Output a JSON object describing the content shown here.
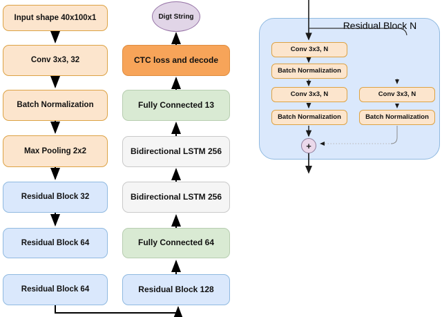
{
  "diagram": {
    "left_column": {
      "nodes": [
        {
          "label": "Input shape 40x100x1",
          "style": "orange-light"
        },
        {
          "label": "Conv 3x3, 32",
          "style": "orange-light"
        },
        {
          "label": "Batch Normalization",
          "style": "orange-light"
        },
        {
          "label": "Max Pooling 2x2",
          "style": "orange-light"
        },
        {
          "label": "Residual Block 32",
          "style": "blue"
        },
        {
          "label": "Residual Block 64",
          "style": "blue"
        },
        {
          "label": "Residual Block 64",
          "style": "blue"
        }
      ]
    },
    "middle_column": {
      "terminal_label": "Digt String",
      "nodes": [
        {
          "label": "CTC loss and decode",
          "style": "orange"
        },
        {
          "label": "Fully Connected 13",
          "style": "green"
        },
        {
          "label": "Bidirectional LSTM 256",
          "style": "gray"
        },
        {
          "label": "Bidirectional LSTM 256",
          "style": "gray"
        },
        {
          "label": "Fully Connected 64",
          "style": "green"
        },
        {
          "label": "Residual Block 128",
          "style": "blue"
        }
      ]
    },
    "residual_detail": {
      "title": "Residual Block N",
      "main_path": [
        {
          "label": "Conv 3x3, N"
        },
        {
          "label": "Batch Normalization"
        },
        {
          "label": "Conv 3x3, N"
        },
        {
          "label": "Batch Normalization"
        }
      ],
      "skip_path": [
        {
          "label": "Conv 3x3, N"
        },
        {
          "label": "Batch Normalization"
        }
      ],
      "merge_symbol": "+"
    },
    "colors": {
      "orange_light_fill": "#FCE5CD",
      "orange_light_border": "#DCA244",
      "orange_fill": "#F7A459",
      "orange_border": "#DE8D3F",
      "blue_fill": "#DAE8FC",
      "blue_border": "#8FB9E0",
      "green_fill": "#D9EAD3",
      "green_border": "#B7CDB0",
      "gray_fill": "#F5F5F5",
      "gray_border": "#C9C9C9",
      "purple_fill": "#E1D5E7",
      "purple_border": "#9673A6",
      "container_fill": "#DAE8FC",
      "container_border": "#8FB9E0",
      "merge_fill": "#EBD9EB"
    }
  }
}
